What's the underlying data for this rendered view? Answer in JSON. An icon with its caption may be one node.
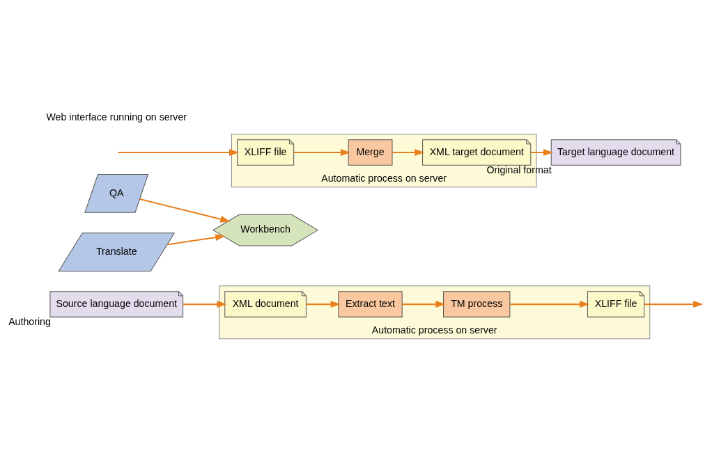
{
  "diagram": {
    "nodes": [
      {
        "text": [
          "Source language document"
        ],
        "beside": [
          "Authoring"
        ]
      },
      {
        "text": [
          "Automatic process on server"
        ]
      },
      {
        "text": [
          "XML document"
        ],
        "in": 1
      },
      {
        "text": [
          "Extract text"
        ],
        "in": 1
      },
      {
        "text": [
          "TM process"
        ],
        "in": 1
      },
      {
        "text": [
          "XLIFF file"
        ],
        "in": 1
      },
      {
        "text": [
          "QA"
        ]
      },
      {
        "text": [
          "Workbench"
        ]
      },
      {
        "text": [
          "Translate"
        ]
      },
      {
        "text": [
          "Automatic process on server"
        ]
      },
      {
        "text": [
          "XLIFF file"
        ],
        "in": 9
      },
      {
        "text": [
          "Merge"
        ],
        "in": 9
      },
      {
        "text": [
          "XML target document"
        ],
        "in": 9
      },
      {
        "text": [
          "Target language document"
        ],
        "beside": [
          "Original format"
        ]
      }
    ],
    "edges": [
      {
        "from": 0,
        "to": 2,
        "arrow": "to"
      },
      {
        "from": 2,
        "to": 3,
        "arrow": "to"
      },
      {
        "from": 3,
        "to": 4,
        "arrow": "to"
      },
      {
        "from": 4,
        "to": 5,
        "arrow": "to"
      },
      {
        "from": 5,
        "to": null,
        "arrow": "to"
      },
      {
        "from": 8,
        "to": 7,
        "arrow": "to"
      },
      {
        "from": 6,
        "to": 7,
        "arrow": "to"
      },
      {
        "from": null,
        "to": 10,
        "arrow": "to"
      },
      {
        "from": 10,
        "to": 11,
        "arrow": "to"
      },
      {
        "from": 11,
        "to": 12,
        "arrow": "to"
      },
      {
        "from": 12,
        "to": 13,
        "arrow": "to"
      }
    ],
    "labels": [
      "Web interface running on server"
    ]
  }
}
